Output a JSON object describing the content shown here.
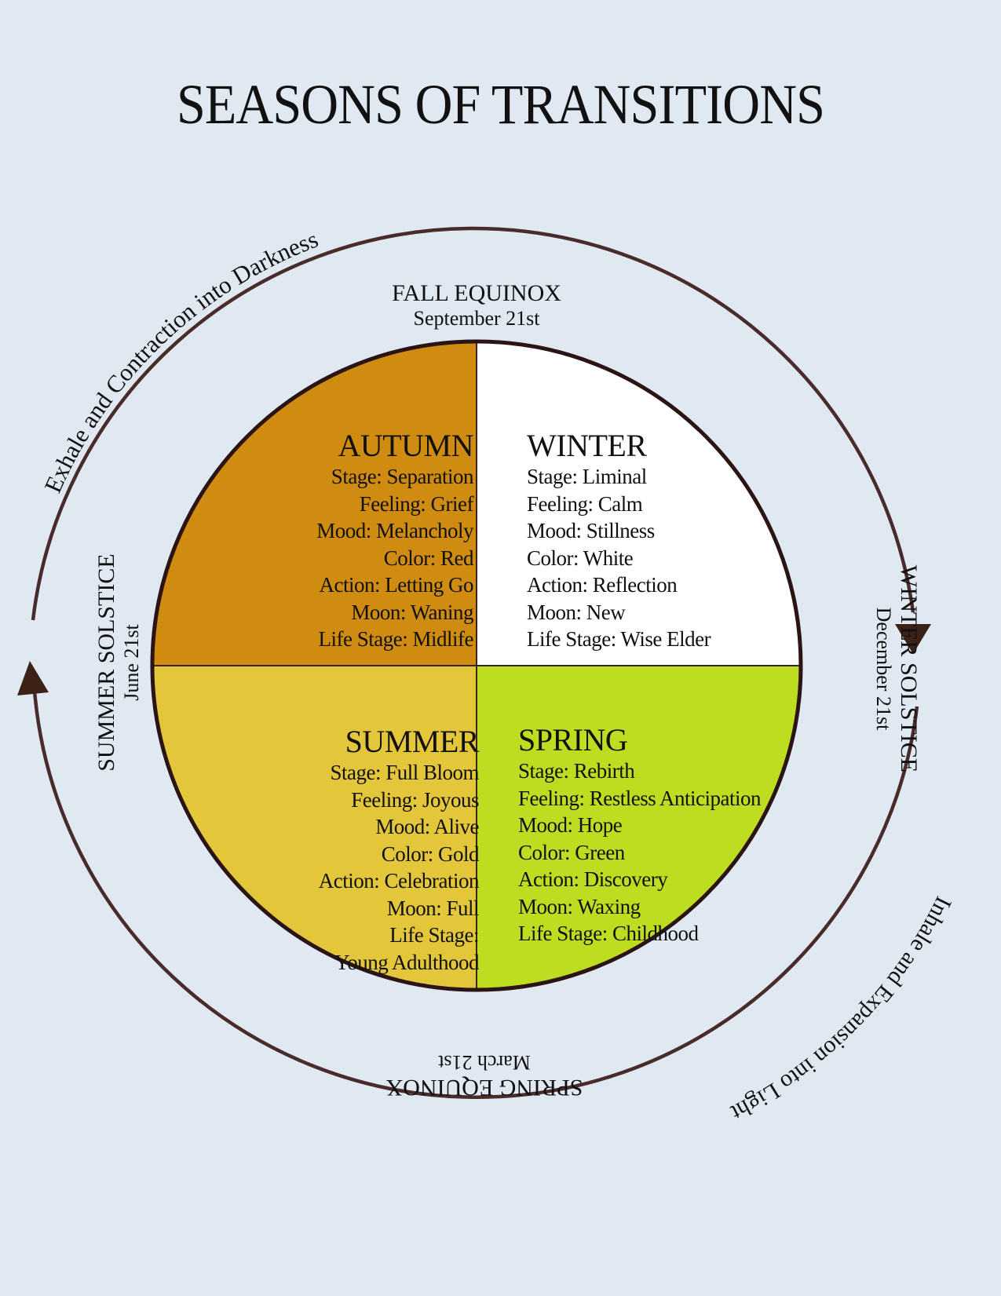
{
  "title": "SEASONS OF TRANSITIONS",
  "outer_ring": {
    "top_label": "Exhale and Contraction into Darkness",
    "bottom_label": "Inhale and Expansion into Light",
    "ring_color": "#4a2b2b",
    "arrow_color": "#3b2116"
  },
  "markers": {
    "fall": {
      "name": "FALL EQUINOX",
      "date": "September 21st"
    },
    "winter": {
      "name": "WINTER SOLSTICE",
      "date": "December 21st"
    },
    "spring": {
      "name": "SPRING EQUINOX",
      "date": "March 21st"
    },
    "summer": {
      "name": "SUMMER SOLSTICE",
      "date": "June 21st"
    }
  },
  "quadrants": {
    "autumn": {
      "name": "AUTUMN",
      "color": "#d08b11",
      "rows": [
        "Stage: Separation",
        "Feeling: Grief",
        "Mood: Melancholy",
        "Color: Red",
        "Action: Letting Go",
        "Moon: Waning",
        "Life Stage: Midlife"
      ]
    },
    "winter": {
      "name": "WINTER",
      "color": "#ffffff",
      "rows": [
        "Stage: Liminal",
        "Feeling: Calm",
        "Mood: Stillness",
        "Color: White",
        "Action: Reflection",
        "Moon: New",
        "Life Stage: Wise Elder"
      ]
    },
    "summer": {
      "name": "SUMMER",
      "color": "#e4c63b",
      "rows": [
        "Stage: Full Bloom",
        "Feeling: Joyous",
        "Mood: Alive",
        "Color: Gold",
        "Action: Celebration",
        "Moon: Full",
        "Life Stage:",
        "Young Adulthood"
      ]
    },
    "spring": {
      "name": "SPRING",
      "color": "#bedd20",
      "rows": [
        "Stage: Rebirth",
        "Feeling: Restless Anticipation",
        "Mood: Hope",
        "Color: Green",
        "Action: Discovery",
        "Moon: Waxing",
        "Life Stage: Childhood"
      ]
    }
  },
  "outline_color": "#2a1414"
}
